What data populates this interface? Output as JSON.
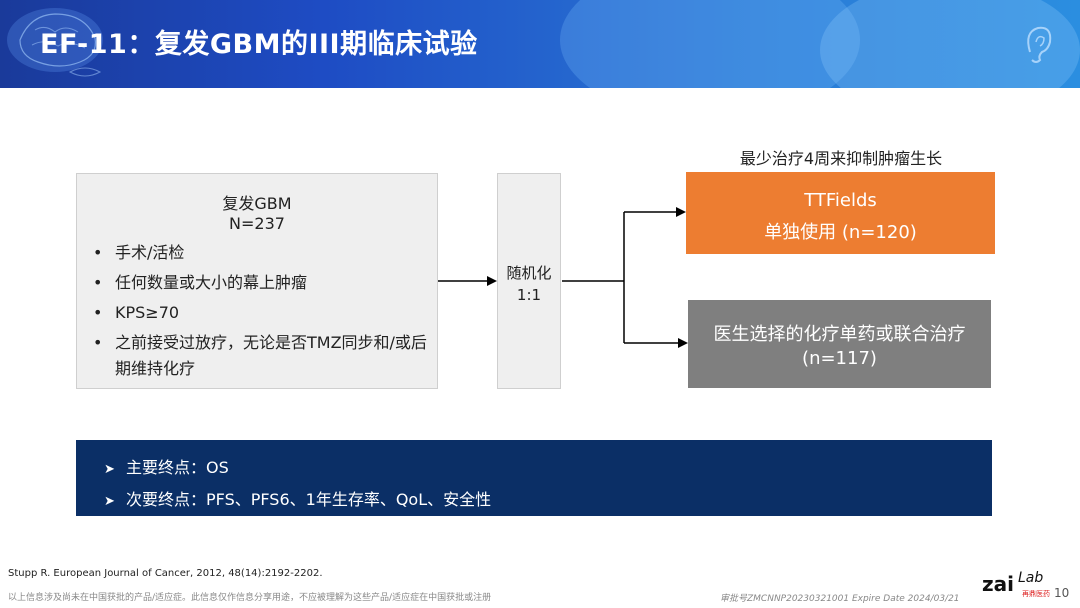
{
  "header": {
    "title": "EF-11：复发GBM的III期临床试验"
  },
  "patients": {
    "heading": "复发GBM",
    "count": "N=237",
    "criteria": [
      "手术/活检",
      "任何数量或大小的幕上肿瘤",
      "KPS≥70",
      "之前接受过放疗，无论是否TMZ同步和/或后期维持化疗"
    ]
  },
  "randomization": {
    "line1": "随机化",
    "line2": "1:1"
  },
  "arms": {
    "top_label": "最少治疗4周来抑制肿瘤生长",
    "ttfields": {
      "line1": "TTFields",
      "line2": "单独使用 (n=120)"
    },
    "chemo": {
      "line1": "医生选择的化疗单药或联合治疗",
      "line2": "(n=117)"
    }
  },
  "endpoints": {
    "primary": "主要终点：OS",
    "secondary": "次要终点：PFS、PFS6、1年生存率、QoL、安全性"
  },
  "footer": {
    "citation": "Stupp R. European Journal of Cancer, 2012, 48(14):2192-2202.",
    "disclaimer": "以上信息涉及尚未在中国获批的产品/适应症。此信息仅作信息分享用途，不应被理解为这些产品/适应症在中国获批或注册",
    "approval": "审批号ZMCNNP20230321001 Expire Date 2024/03/21",
    "logo_main": "zai",
    "logo_sub": "Lab",
    "logo_cn": "再鼎医药",
    "page_number": "10"
  },
  "colors": {
    "header_gradient_start": "#1a3a9a",
    "header_gradient_end": "#2b8ee0",
    "ttfields_arm": "#ed7d31",
    "chemo_arm": "#7f7f7f",
    "endpoints_bg": "#0b2f66"
  }
}
